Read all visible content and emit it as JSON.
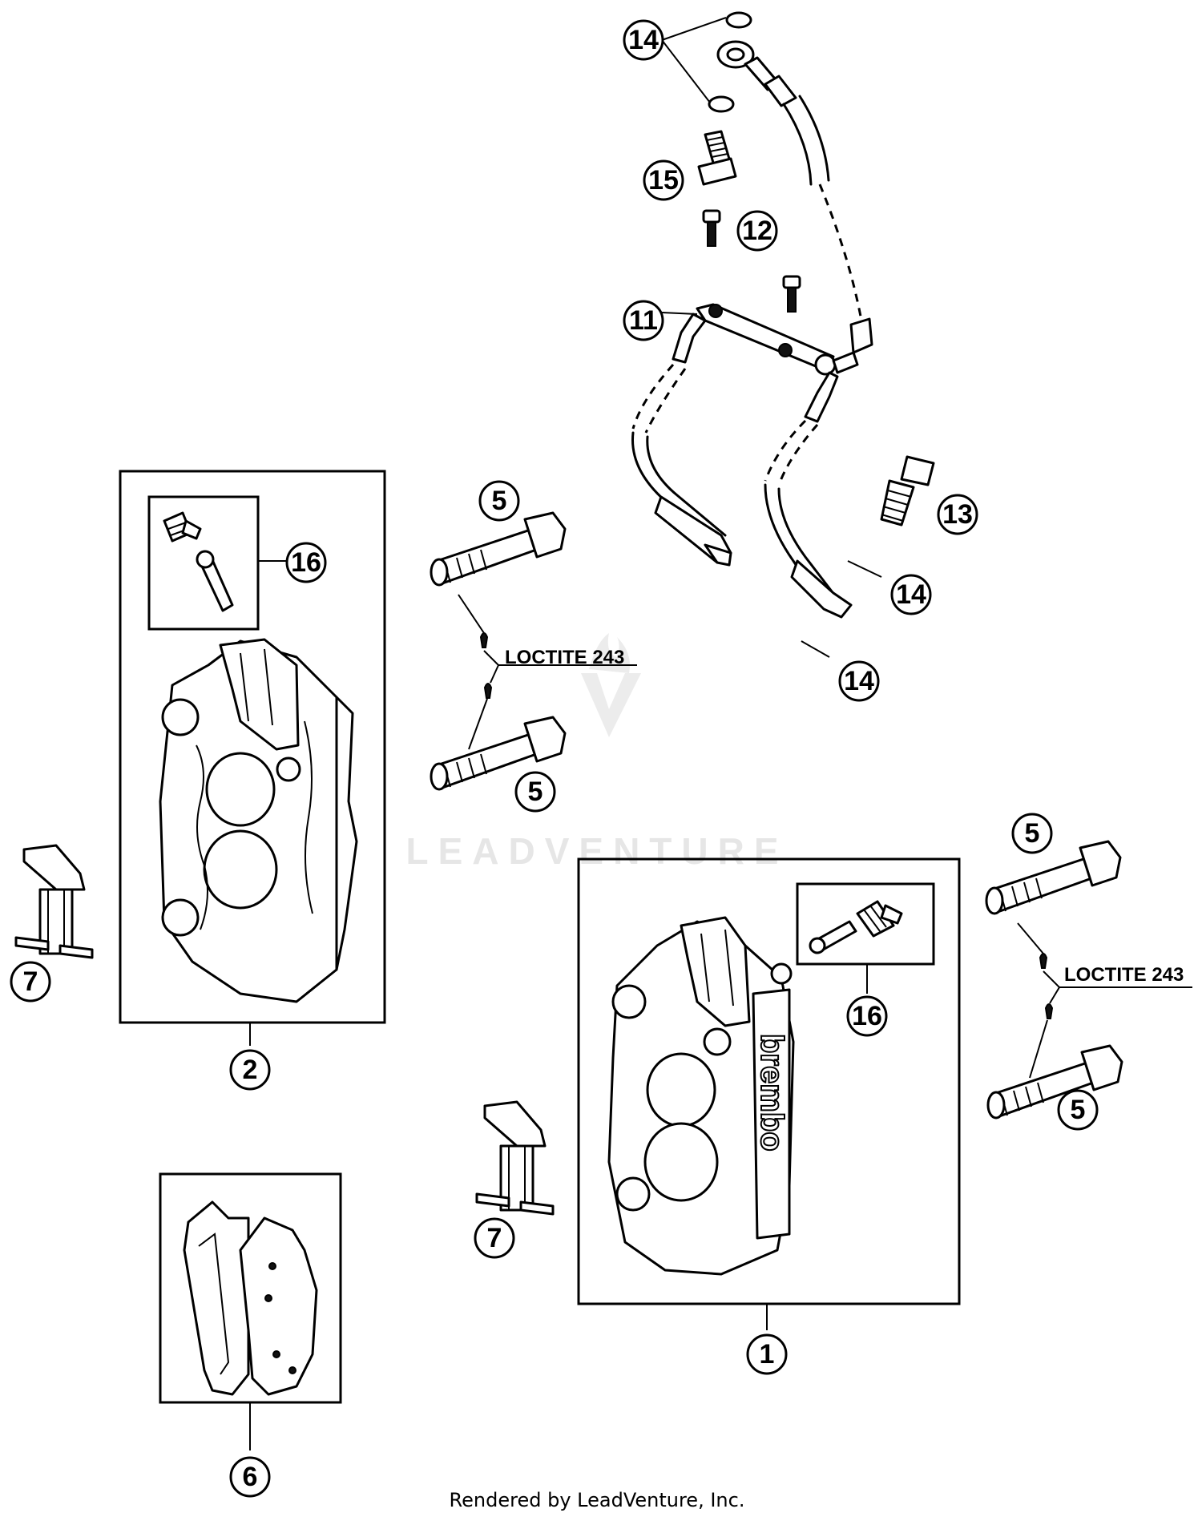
{
  "callouts": {
    "c1": "1",
    "c2": "2",
    "c5a": "5",
    "c5b": "5",
    "c5c": "5",
    "c5d": "5",
    "c6": "6",
    "c7a": "7",
    "c7b": "7",
    "c11": "11",
    "c12": "12",
    "c13": "13",
    "c14a": "14",
    "c14b": "14",
    "c14c": "14",
    "c15": "15",
    "c16a": "16",
    "c16b": "16"
  },
  "notes": {
    "loctite_left": "LOCTITE 243",
    "loctite_right": "LOCTITE 243"
  },
  "caliper_brand": "brembo",
  "watermark": "LEADVENTURE",
  "footer": "Rendered by LeadVenture, Inc."
}
